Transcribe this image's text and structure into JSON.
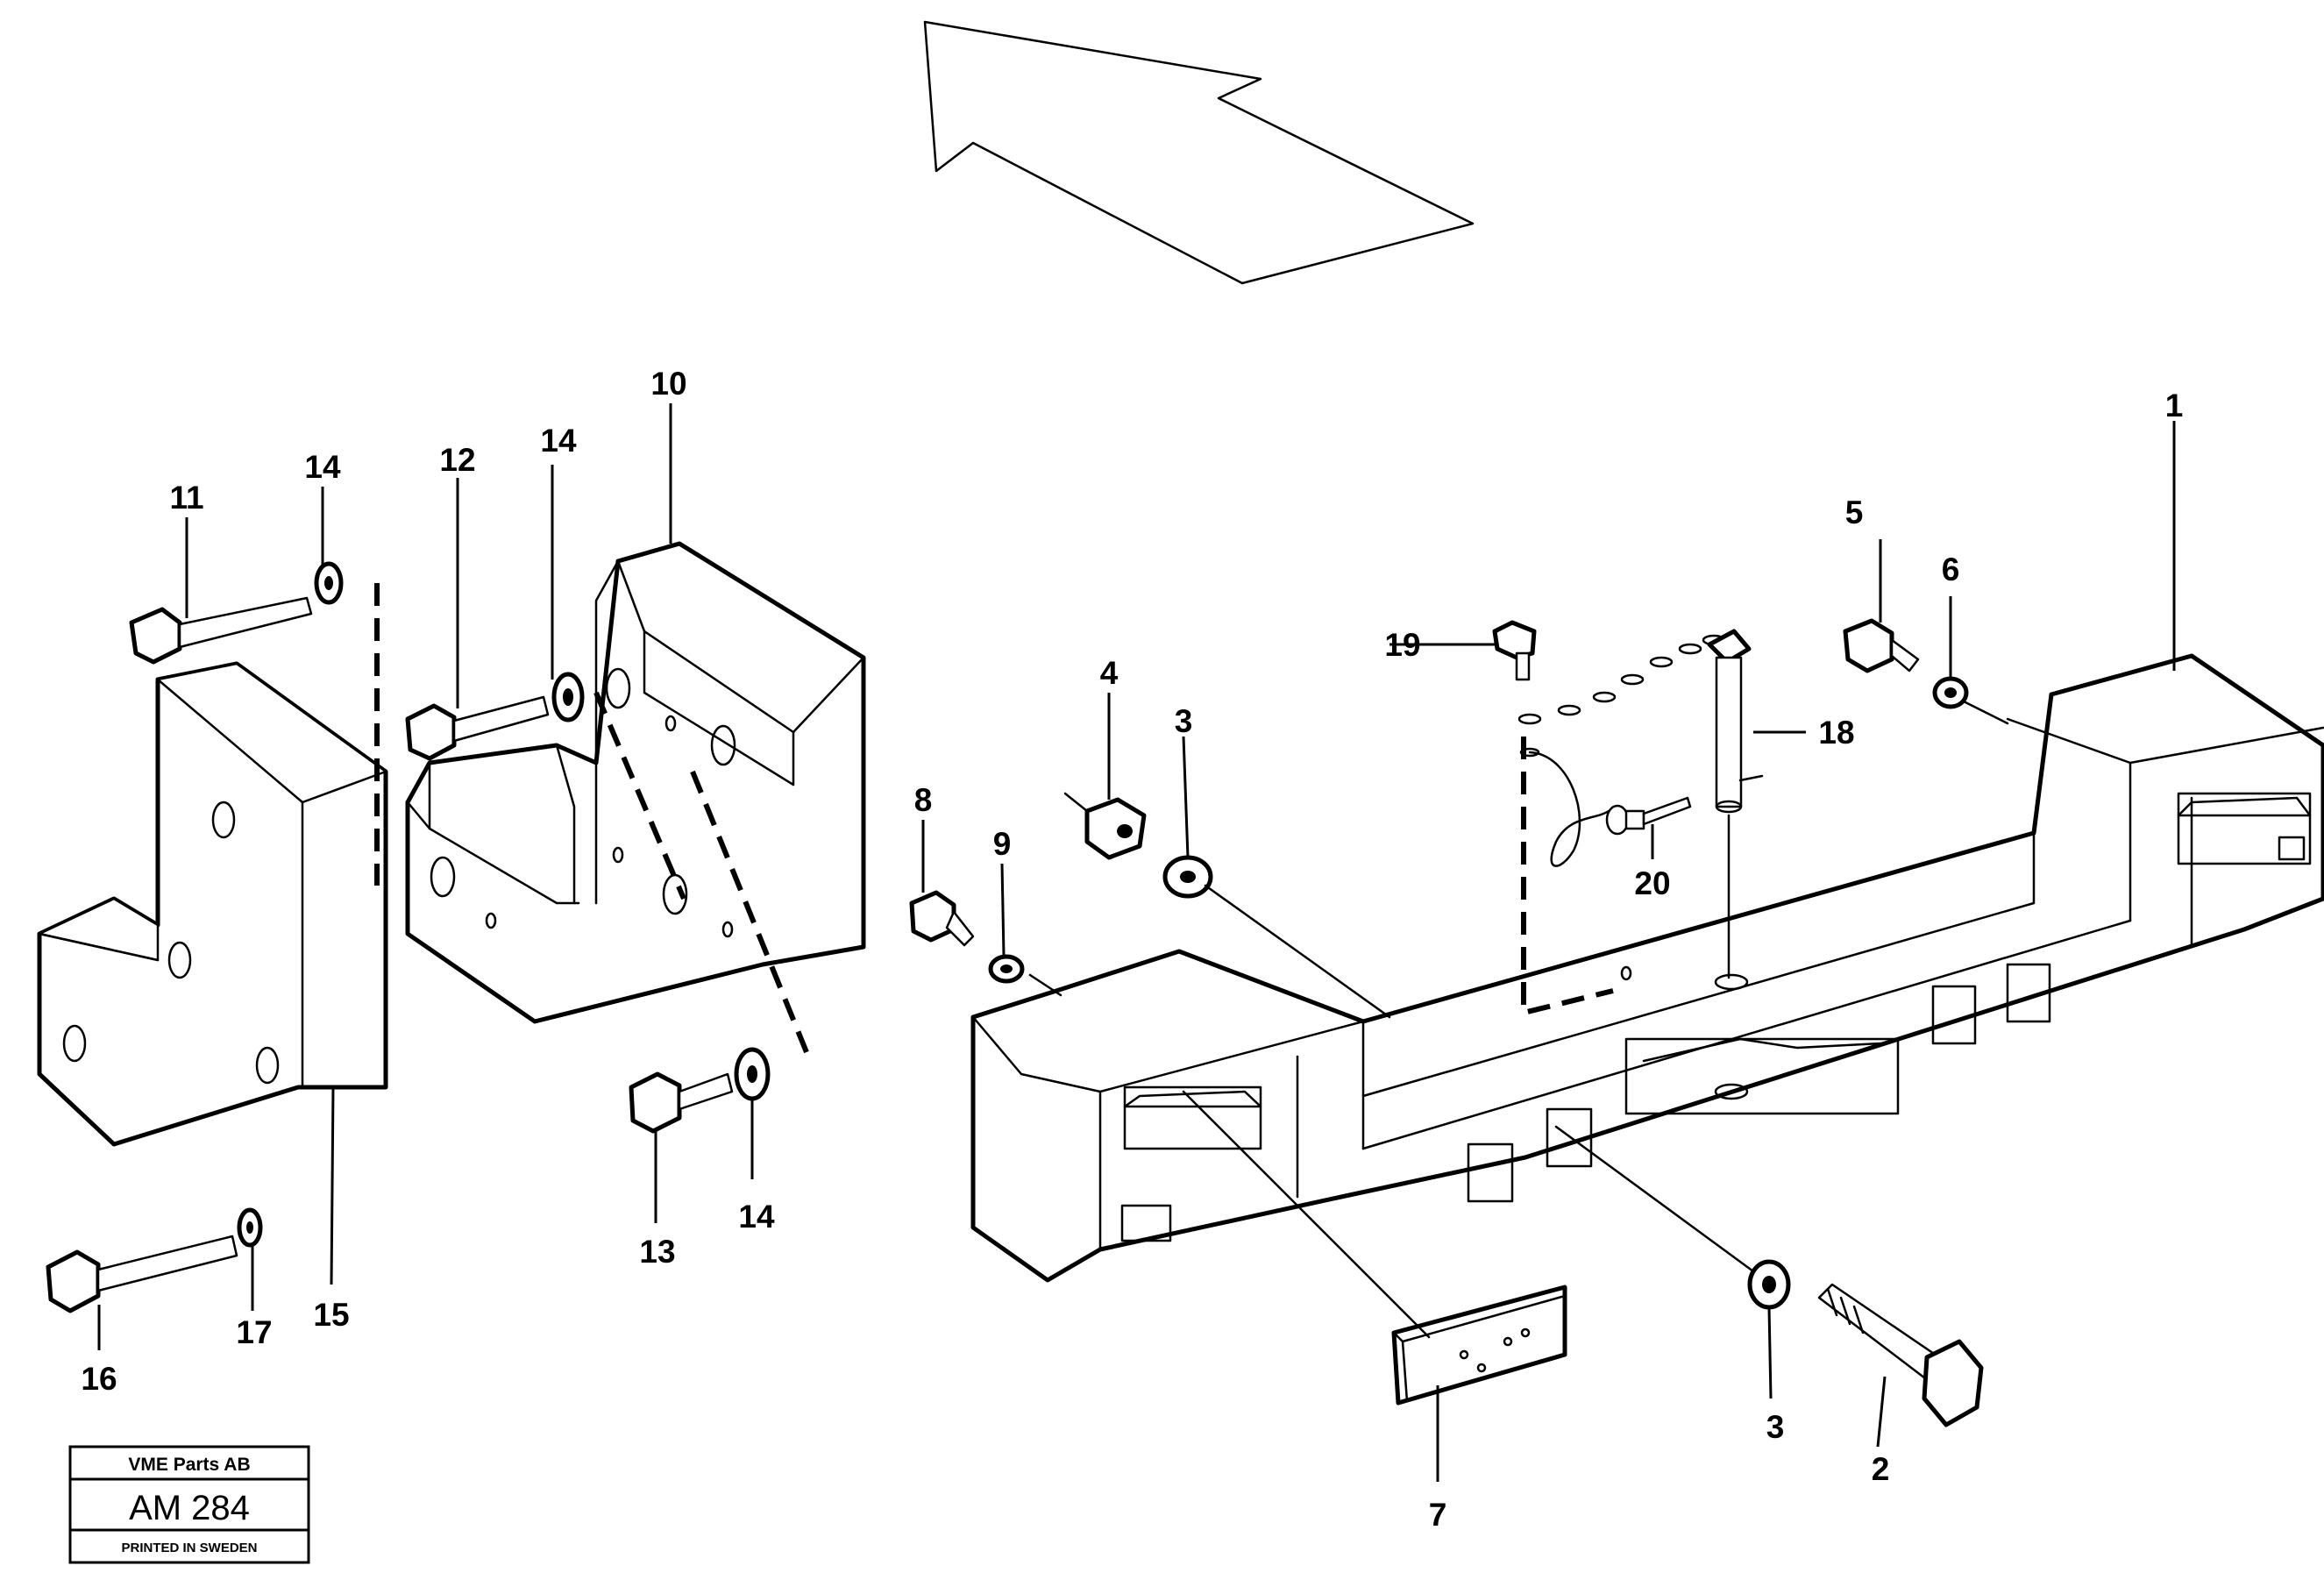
{
  "callouts": [
    {
      "id": "1",
      "text": "1"
    },
    {
      "id": "2",
      "text": "2"
    },
    {
      "id": "3a",
      "text": "3"
    },
    {
      "id": "3b",
      "text": "3"
    },
    {
      "id": "4",
      "text": "4"
    },
    {
      "id": "5",
      "text": "5"
    },
    {
      "id": "6",
      "text": "6"
    },
    {
      "id": "7",
      "text": "7"
    },
    {
      "id": "8",
      "text": "8"
    },
    {
      "id": "9",
      "text": "9"
    },
    {
      "id": "10",
      "text": "10"
    },
    {
      "id": "11",
      "text": "11"
    },
    {
      "id": "12",
      "text": "12"
    },
    {
      "id": "13",
      "text": "13"
    },
    {
      "id": "14a",
      "text": "14"
    },
    {
      "id": "14b",
      "text": "14"
    },
    {
      "id": "14c",
      "text": "14"
    },
    {
      "id": "15",
      "text": "15"
    },
    {
      "id": "16",
      "text": "16"
    },
    {
      "id": "17",
      "text": "17"
    },
    {
      "id": "18",
      "text": "18"
    },
    {
      "id": "19",
      "text": "19"
    },
    {
      "id": "20",
      "text": "20"
    }
  ],
  "stamp": {
    "company": "VME Parts AB",
    "code": "AM 284",
    "printed": "PRINTED IN SWEDEN"
  }
}
